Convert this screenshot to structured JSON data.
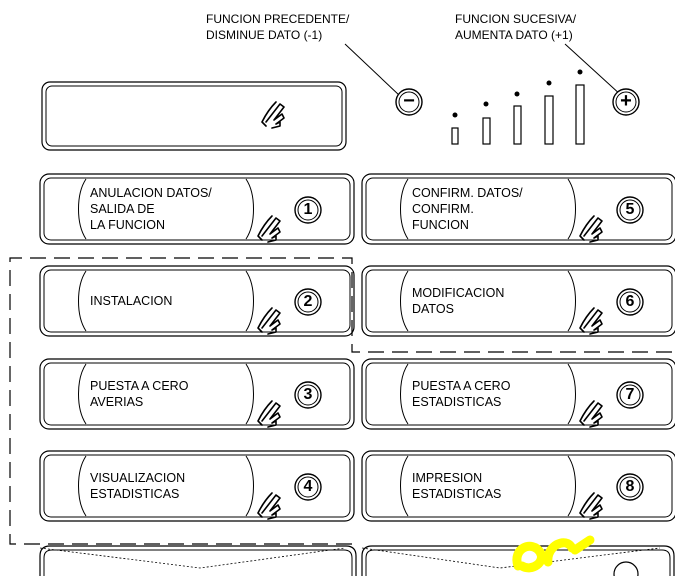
{
  "top_labels": {
    "minus_line1": "FUNCION PRECEDENTE/",
    "minus_line2": "DISMINUE DATO (-1)",
    "plus_line1": "FUNCION SUCESIVA/",
    "plus_line2": "AUMENTA DATO (+1)"
  },
  "controls": {
    "minus_symbol": "−",
    "plus_symbol": "+"
  },
  "buttons": [
    {
      "number": "1",
      "lines": [
        "ANULACION DATOS/",
        "SALIDA DE",
        "LA FUNCION"
      ]
    },
    {
      "number": "2",
      "lines": [
        "INSTALACION"
      ]
    },
    {
      "number": "3",
      "lines": [
        "PUESTA A CERO",
        "AVERIAS"
      ]
    },
    {
      "number": "4",
      "lines": [
        "VISUALIZACION",
        "ESTADISTICAS"
      ]
    },
    {
      "number": "5",
      "lines": [
        "CONFIRM. DATOS/",
        "CONFIRM.",
        "FUNCION"
      ]
    },
    {
      "number": "6",
      "lines": [
        "MODIFICACION",
        "DATOS"
      ]
    },
    {
      "number": "7",
      "lines": [
        "PUESTA A CERO",
        "ESTADISTICAS"
      ]
    },
    {
      "number": "8",
      "lines": [
        "IMPRESION",
        "ESTADISTICAS"
      ]
    }
  ],
  "icons": {
    "press": "hand-press-icon",
    "level": "signal-level-icon"
  },
  "colors": {
    "line": "#000000",
    "watermark": "#ffff00"
  }
}
